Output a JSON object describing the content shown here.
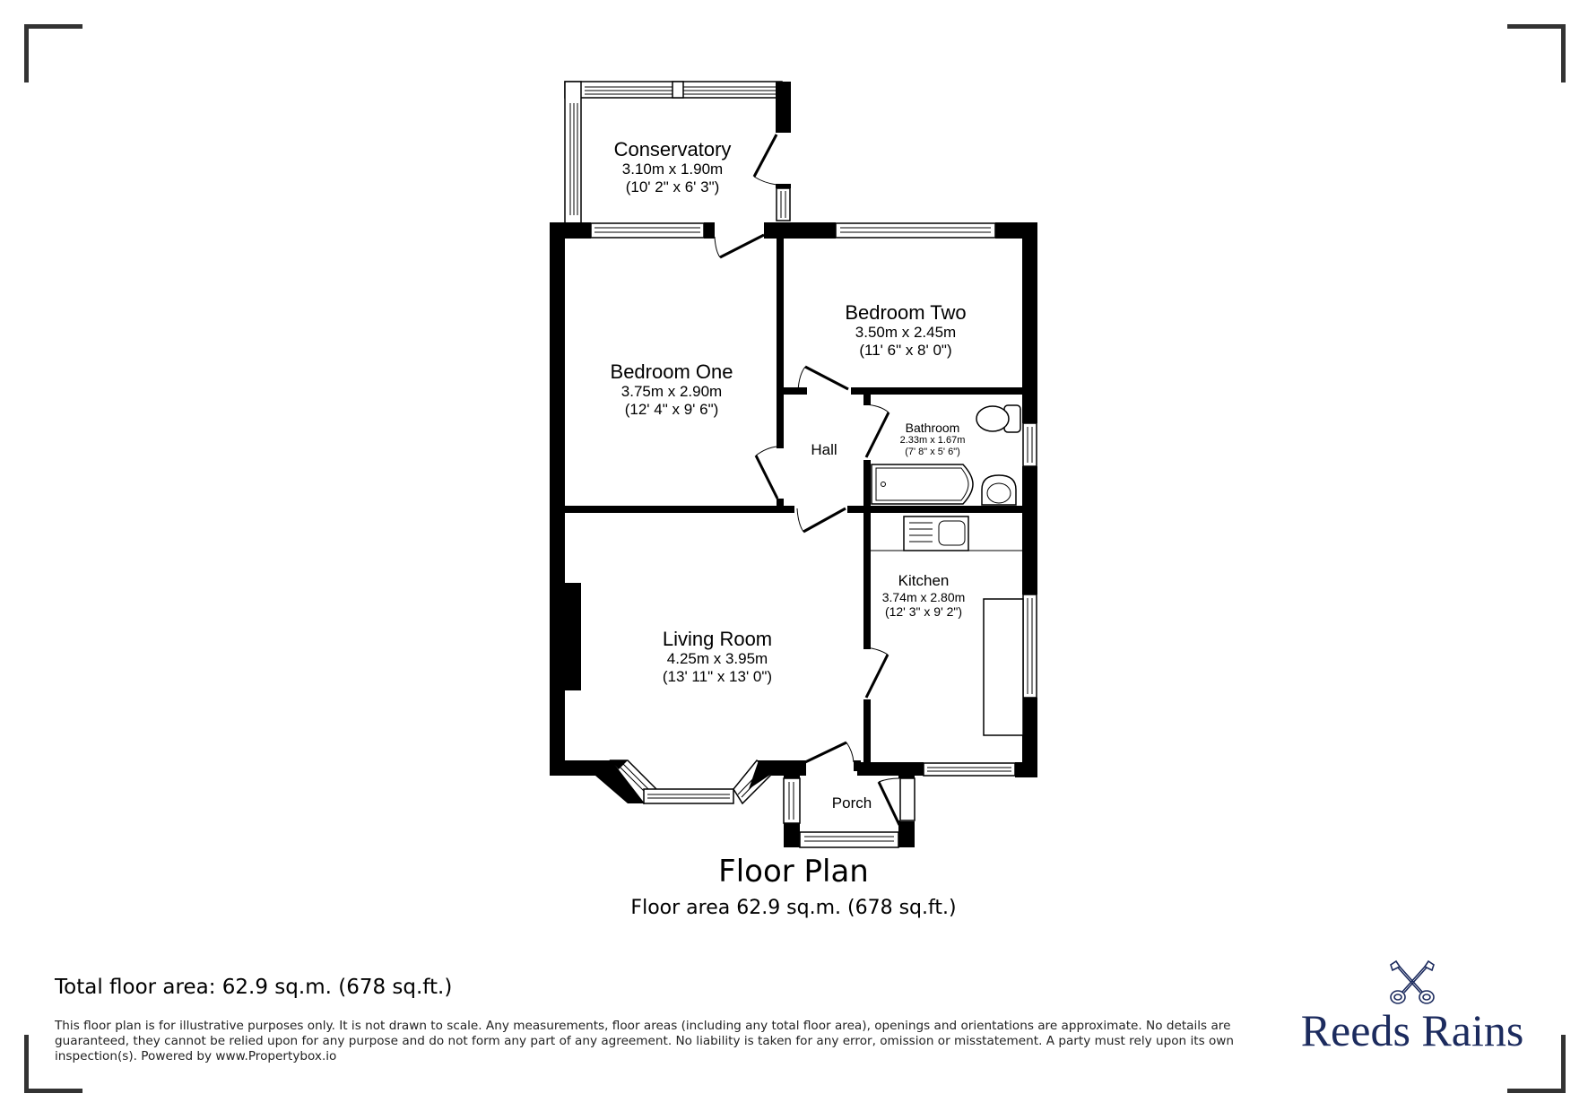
{
  "document": {
    "type": "floor plan",
    "brand": {
      "name": "Reeds Rains",
      "color": "#1c2b5e",
      "icon": "crossed-keys-icon"
    }
  },
  "plan": {
    "title": "Floor Plan",
    "floor_area": "Floor area 62.9 sq.m. (678 sq.ft.)",
    "rooms": [
      {
        "name": "Conservatory",
        "metric": "3.10m x 1.90m",
        "imperial": "(10' 2\" x 6' 3\")"
      },
      {
        "name": "Bedroom Two",
        "metric": "3.50m x 2.45m",
        "imperial": "(11' 6\" x 8' 0\")"
      },
      {
        "name": "Bedroom One",
        "metric": "3.75m x 2.90m",
        "imperial": "(12' 4\" x 9' 6\")"
      },
      {
        "name": "Hall"
      },
      {
        "name": "Bathroom",
        "metric": "2.33m x 1.67m",
        "imperial": "(7' 8\" x 5' 6\")"
      },
      {
        "name": "Kitchen",
        "metric": "3.74m x 2.80m",
        "imperial": "(12' 3\" x 9' 2\")"
      },
      {
        "name": "Living Room",
        "metric": "4.25m x 3.95m",
        "imperial": "(13' 11\" x 13' 0\")"
      },
      {
        "name": "Porch"
      }
    ]
  },
  "footer": {
    "total_area": "Total floor area: 62.9 sq.m. (678 sq.ft.)",
    "disclaimer": "This floor plan is for illustrative purposes only. It is not drawn to scale. Any measurements, floor areas (including any total floor area), openings and orientations are approximate. No details are guaranteed, they cannot be relied upon for any purpose and do not form any part of any agreement. No liability is taken for any error, omission or misstatement. A party must rely upon its own inspection(s). Powered by www.Propertybox.io"
  }
}
